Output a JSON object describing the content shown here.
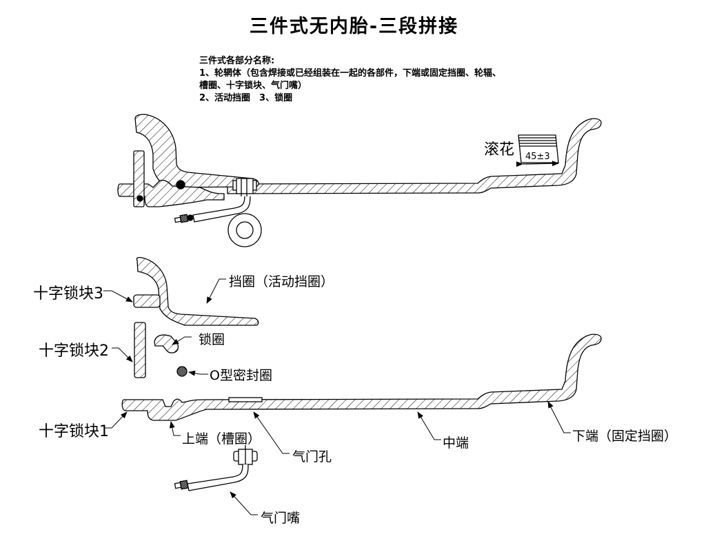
{
  "title": "三件式无内胎-三段拼接",
  "notes": {
    "heading": "三件式各部分名称:",
    "line1": "1、轮辋体（包含焊接或已经组装在一起的各部件，下端或固定挡圈、轮辐、",
    "line2": "槽圈、十字锁块、气门嘴）",
    "line3": "2、活动挡圈　3、锁圈"
  },
  "assembled_view": {
    "knurl_label": "滚花",
    "knurl_dimension": "45±3"
  },
  "exploded_view": {
    "labels": {
      "cross_lock_3": "十字锁块3",
      "flange_ring": "挡圈（活动挡圈）",
      "cross_lock_2": "十字锁块2",
      "lock_ring": "锁圈",
      "o_ring": "O型密封圈",
      "cross_lock_1": "十字锁块1",
      "upper_end": "上端（槽圈）",
      "valve_hole": "气门孔",
      "middle_end": "中端",
      "lower_end": "下端（固定挡圈）",
      "valve_stem": "气门嘴"
    }
  },
  "colors": {
    "line": "#000000",
    "background": "#ffffff"
  }
}
